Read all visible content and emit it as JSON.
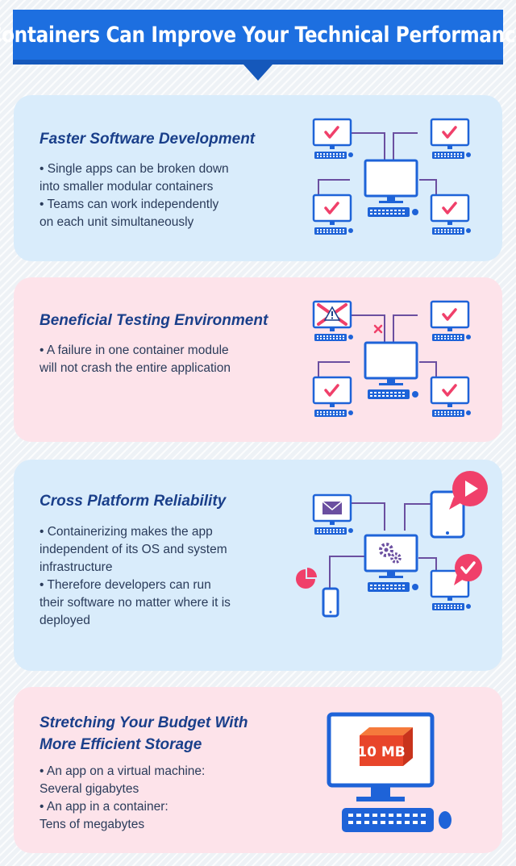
{
  "header": {
    "title": "Containers Can Improve Your Technical Performance"
  },
  "sections": [
    {
      "title": "Faster Software Development",
      "bullets": [
        "• Single apps can be broken down",
        "into smaller modular containers",
        "• Teams can work independently",
        "on each unit simultaneously"
      ]
    },
    {
      "title": "Beneficial Testing Environment",
      "bullets": [
        "• A failure in one container module",
        "will not crash the entire application"
      ]
    },
    {
      "title": "Cross Platform Reliability",
      "bullets": [
        "• Containerizing makes the app",
        "independent of its OS and system",
        "infrastructure",
        "• Therefore developers can run",
        "their software no matter where it is",
        "deployed"
      ]
    },
    {
      "title_lines": [
        "Stretching Your Budget With",
        "More Efficient Storage"
      ],
      "bullets": [
        "• An app on a virtual machine:",
        "Several gigabytes",
        "• An app in a container:",
        "Tens of megabytes"
      ],
      "storage_label": "10 MB"
    }
  ],
  "colors": {
    "banner": "#1d6fe0",
    "title": "#1a3f8a",
    "accent_pink": "#f0406a",
    "monitor_outline": "#1e63d8",
    "wire": "#6b4fa0"
  }
}
